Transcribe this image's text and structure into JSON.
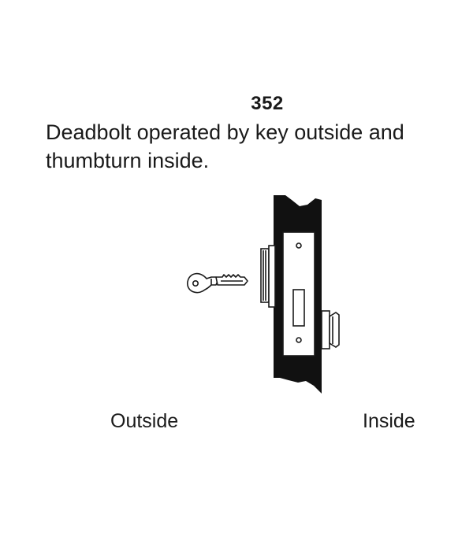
{
  "function": {
    "number": "352",
    "description_line1": "Deadbolt operated by key outside and",
    "description_line2": "thumbturn inside."
  },
  "labels": {
    "outside": "Outside",
    "inside": "Inside"
  },
  "colors": {
    "ink": "#1a1a1a",
    "door": "#111111",
    "background": "#ffffff"
  },
  "icons": {
    "key": "key-icon",
    "lock_body": "mortise-lock-icon",
    "thumbturn": "thumbturn-icon",
    "door": "door-edge-icon"
  }
}
